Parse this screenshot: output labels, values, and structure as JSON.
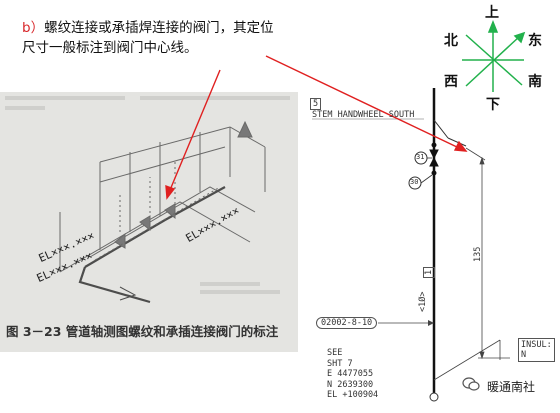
{
  "caption": {
    "label": "b）",
    "line1": "螺纹连接或承插焊连接的阀门，其定位",
    "line2": "尺寸一般标注到阀门中心线。"
  },
  "compass": {
    "up": "上",
    "north": "北",
    "east": "东",
    "west": "西",
    "south": "南",
    "down": "下"
  },
  "photo": {
    "caption": "图 3－23   管道轴测图螺纹和承插连接阀门的标注",
    "el_labels": [
      "EL×××.×××",
      "EL×××.×××",
      "EL×××.×××"
    ]
  },
  "iso": {
    "box_number": "5",
    "stem_note": "STEM HANDWHEEL SOUTH",
    "bubble_a": "31",
    "bubble_b": "30",
    "dimension": "135",
    "pipe_size": "<1Ø>",
    "pipe_tag": "1",
    "line_number": "02002-8-10",
    "see_block": [
      "SEE",
      "SHT 7",
      "E 4477055",
      "N 2639300",
      "EL +100904"
    ],
    "insul_label": "INSUL:",
    "insul_value": "N"
  },
  "watermark": "暖通南社",
  "colors": {
    "caption_label": "#d8262a",
    "arrow": "#e02020",
    "compass_axes": "#22b14c",
    "photo_bg": "#e6e6e4"
  }
}
